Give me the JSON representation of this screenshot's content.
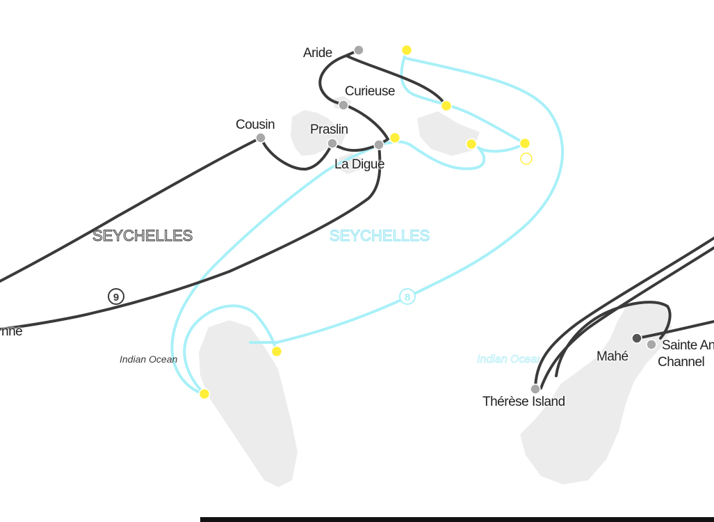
{
  "map": {
    "country_labels": [
      "SEYCHELLES",
      "SEYCHELLES"
    ],
    "ocean_labels": [
      "Indian Ocean",
      "Indian Ocean"
    ],
    "places": {
      "aride": "Aride",
      "curieuse": "Curieuse",
      "cousin": "Cousin",
      "praslin": "Praslin",
      "la_digue": "La Digue",
      "sainte_anne": "Sainte Anne",
      "sainte_anne_left": "nne",
      "mahe": "Mahé",
      "channel": "Channel",
      "therese": "Thérèse Island"
    },
    "markers": {
      "dark_marker": "9",
      "light_marker": "8"
    },
    "colors": {
      "dark_route": "#3a3a3a",
      "light_route": "#a8f0f8",
      "stop_gray": "#a8a8a8",
      "stop_yellow": "#ffef3a",
      "land": "#ececec"
    }
  }
}
